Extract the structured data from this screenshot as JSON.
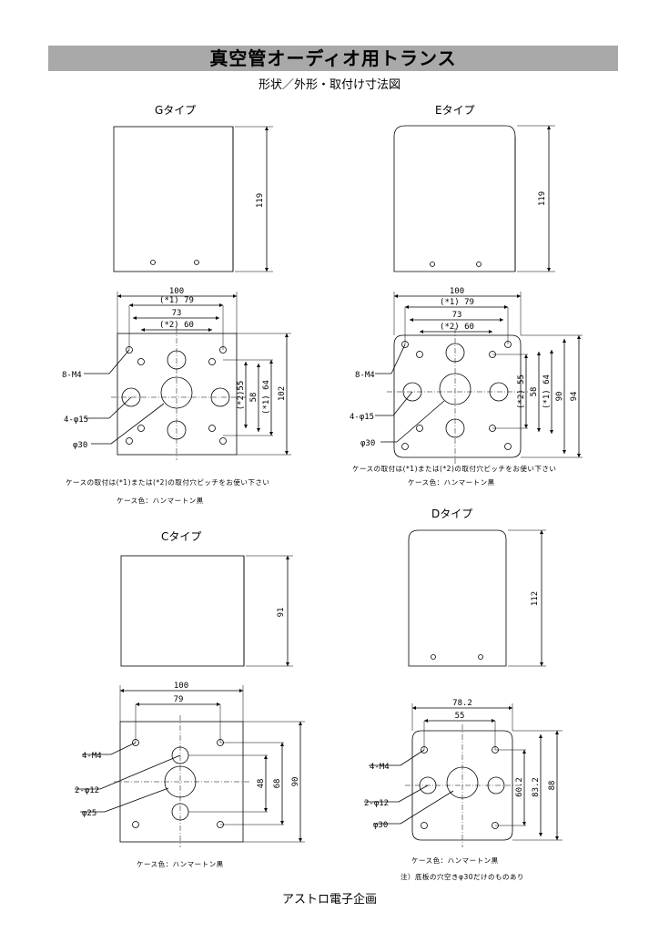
{
  "title": "真空管オーディオ用トランス",
  "subtitle": "形状／外形・取付け寸法図",
  "types": {
    "g": {
      "name": "Gタイプ",
      "height": "119",
      "width": "100",
      "pitch1": "(*1) 79",
      "pitch_73": "73",
      "pitch2": "(*2) 60",
      "side_55": "(*2)55",
      "side_58": "58",
      "side_64": "(*1) 64",
      "side_102": "102",
      "screw": "8-M4",
      "hole": "4-φ15",
      "center": "φ30"
    },
    "e": {
      "name": "Eタイプ",
      "height": "119",
      "width": "100",
      "pitch1": "(*1) 79",
      "pitch_73": "73",
      "pitch2": "(*2) 60",
      "side_55": "(*2) 55",
      "side_58": "58",
      "side_64": "(*1) 64",
      "side_90": "90",
      "side_94": "94",
      "screw": "8-M4",
      "hole": "4-φ15",
      "center": "φ30"
    },
    "c": {
      "name": "Cタイプ",
      "height": "91",
      "width": "100",
      "pitch": "79",
      "side_48": "48",
      "side_68": "68",
      "side_90": "90",
      "screw": "4-M4",
      "hole": "2-φ12",
      "center": "φ25"
    },
    "d": {
      "name": "Dタイプ",
      "height": "112",
      "width": "78.2",
      "pitch": "55",
      "side_60": "60.2",
      "side_83": "83.2",
      "side_88": "88",
      "screw": "4-M4",
      "hole": "2-φ12",
      "center": "φ30"
    }
  },
  "notes": {
    "mount_g": "ケースの取付は(*1)または(*2)の取付穴ピッチをお使い下さい",
    "mount_e": "ケースの取付は(*1)または(*2)の取付穴ピッチをお使い下さい",
    "color_g": "ケース色：ハンマートン黒",
    "color_e": "ケース色：ハンマートン黒",
    "color_c": "ケース色：ハンマートン黒",
    "color_d": "ケース色：ハンマートン黒",
    "d_note": "注）底板の穴空きφ30だけのものあり"
  },
  "footer": "アストロ電子企画"
}
